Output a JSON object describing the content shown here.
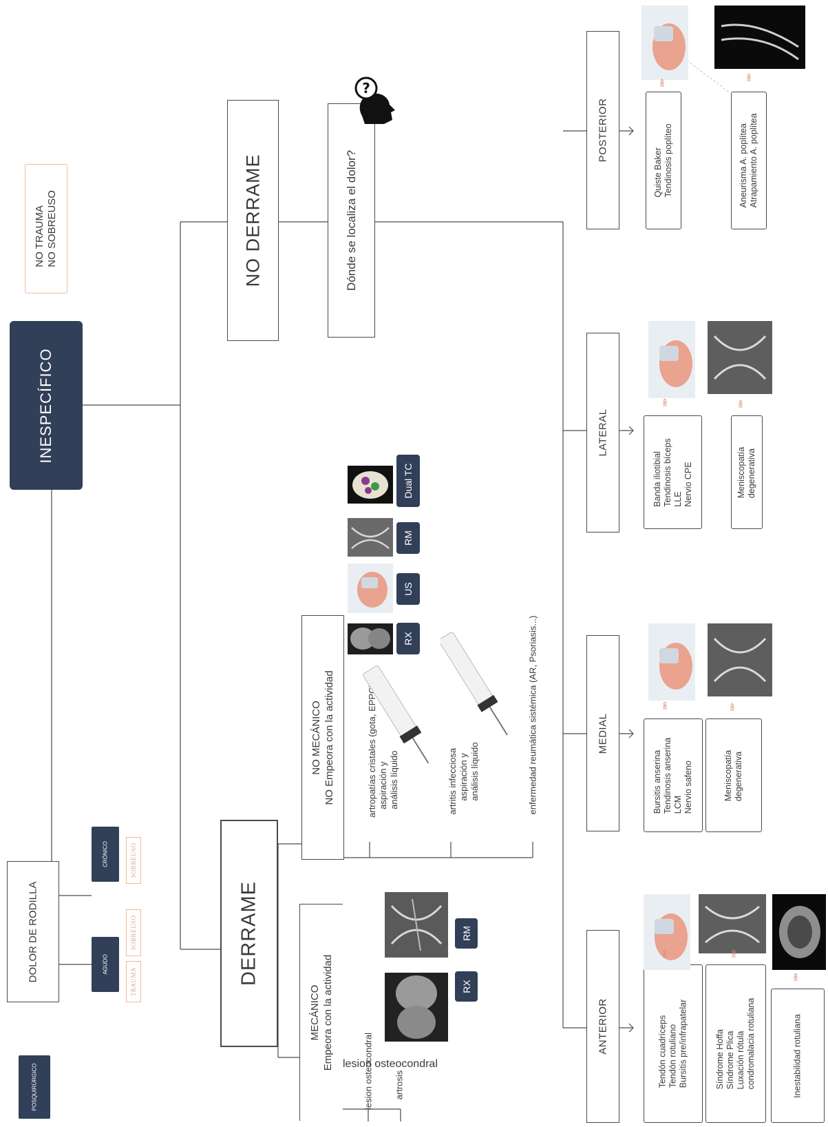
{
  "root": {
    "label": "DOLOR DE RODILLA"
  },
  "posquirurgico": {
    "label": "POSQUIRÚRGICO"
  },
  "agudo": {
    "label": "AGUDO",
    "trauma": "TRAUMA",
    "sobreuso": "SOBREUSO"
  },
  "cronico": {
    "label": "CRÓNICO",
    "sobreuso": "SOBREUSO"
  },
  "inespecifico": {
    "label": "INESPECÍFICO"
  },
  "no_trauma": {
    "line1": "NO TRAUMA",
    "line2": "NO SOBREUSO"
  },
  "derrame": {
    "label": "DERRAME"
  },
  "mecanico": {
    "title": "MECÁNICO",
    "subtitle": "Empeora con la actividad",
    "items": [
      "lesion osteocondral",
      "artrosis"
    ],
    "badges": [
      "RX",
      "RM"
    ]
  },
  "no_mecanico": {
    "title": "NO MECÁNICO",
    "subtitle": "NO Empeora con la actividad",
    "items": [
      {
        "name": "artropatías cristales (gota, EPPC)",
        "note1": "aspiración y",
        "note2": "análisis líquido"
      },
      {
        "name": "artritis infecciosa",
        "note1": "aspiración y",
        "note2": "análisis líquido"
      },
      {
        "name": "enfermedad reumática sistémica (AR, Psoriasis...)"
      }
    ],
    "badges": [
      "RX",
      "US",
      "RM",
      "Dual TC"
    ]
  },
  "no_derrame": {
    "label": "NO DERRAME",
    "question": "Dónde se localiza el dolor?"
  },
  "locations": {
    "anterior": {
      "label": "ANTERIOR",
      "groups": [
        [
          "Tendón cuadríceps",
          "Tendón rotuliano",
          "Bursitis pre/infrapatelar"
        ],
        [
          "Síndrome Hoffa",
          "Síndrome Plica",
          "Luxación rótula",
          "condromalacia rotuliana"
        ],
        [
          "Inestabilidad rotuliana"
        ]
      ]
    },
    "medial": {
      "label": "MEDIAL",
      "groups": [
        [
          "Bursitis anserina",
          "Tendinosis anserina",
          "LCM",
          "Nervio safeno"
        ],
        [
          "Meniscopatía",
          "degenerativa"
        ]
      ]
    },
    "lateral": {
      "label": "LATERAL",
      "groups": [
        [
          "Banda iliotibial",
          "Tendinosis bíceps",
          "LLE",
          "Nervio CPE"
        ],
        [
          "Meniscopatía",
          "degenerativa"
        ]
      ]
    },
    "posterior": {
      "label": "POSTERIOR",
      "groups": [
        [
          "Quiste Baker",
          "Tendinosis poplíteo"
        ],
        [
          "Aneurisma A. poplítea",
          "Atrapamiento A. poplítea"
        ]
      ]
    }
  },
  "chevrons": "»»",
  "colors": {
    "dark_box": "#323f58",
    "peach": "#f0b99a",
    "line": "#4a4a4a",
    "chevron": "#d98c78"
  }
}
